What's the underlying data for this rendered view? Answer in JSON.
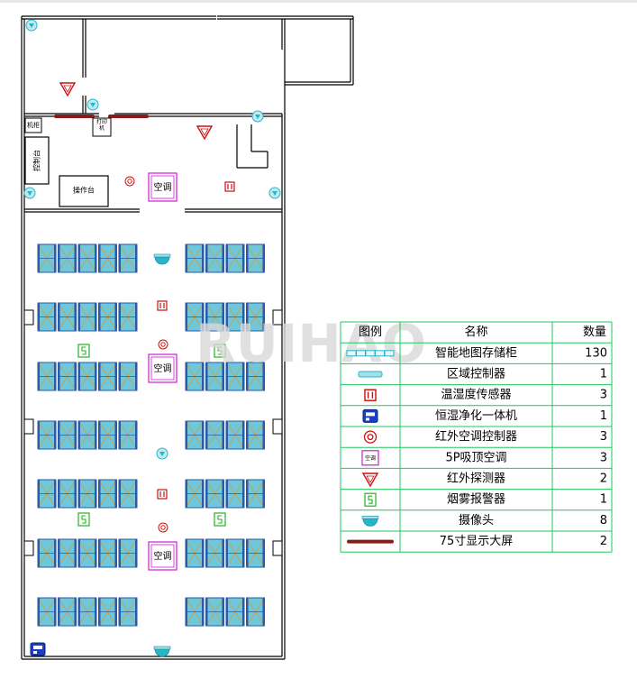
{
  "floorplan": {
    "labels": {
      "cabinet": "机柜",
      "printer": "打印机",
      "console": "控制台",
      "operator_desk": "操作台",
      "ac": "空调"
    },
    "watermark": "RUIHAO"
  },
  "legend": {
    "headers": {
      "symbol": "图例",
      "name": "名称",
      "count": "数量"
    },
    "rows": [
      {
        "icon": "cabinet-icon",
        "name": "智能地图存储柜",
        "count": "130"
      },
      {
        "icon": "zone-controller-icon",
        "name": "区域控制器",
        "count": "1"
      },
      {
        "icon": "humidity-sensor-icon",
        "name": "温湿度传感器",
        "count": "3"
      },
      {
        "icon": "purifier-icon",
        "name": "恒湿净化一体机",
        "count": "1"
      },
      {
        "icon": "ir-ac-controller-icon",
        "name": "红外空调控制器",
        "count": "3"
      },
      {
        "icon": "ceiling-ac-icon",
        "name": "5P吸顶空调",
        "count": "3"
      },
      {
        "icon": "ir-detector-icon",
        "name": "红外探测器",
        "count": "2"
      },
      {
        "icon": "smoke-alarm-icon",
        "name": "烟雾报警器",
        "count": "1"
      },
      {
        "icon": "camera-icon",
        "name": "摄像头",
        "count": "8"
      },
      {
        "icon": "screen-icon",
        "name": "75寸显示大屏",
        "count": "2"
      }
    ],
    "ac_icon_text": "空调"
  },
  "colors": {
    "wall": "#000000",
    "cabinet_fill": "#6fc7da",
    "cabinet_frame": "#2a5aa8",
    "cabinet_accent": "#d89a3a",
    "table_border": "#22c55e",
    "ac_border": "#d21ad2",
    "sensor": "#cc1111",
    "camera": "#29b5c8",
    "smoke": "#23b323",
    "screen": "#8b1a1a",
    "watermark": "#d9d9d9",
    "watermark_accent": "#f0c89a"
  }
}
